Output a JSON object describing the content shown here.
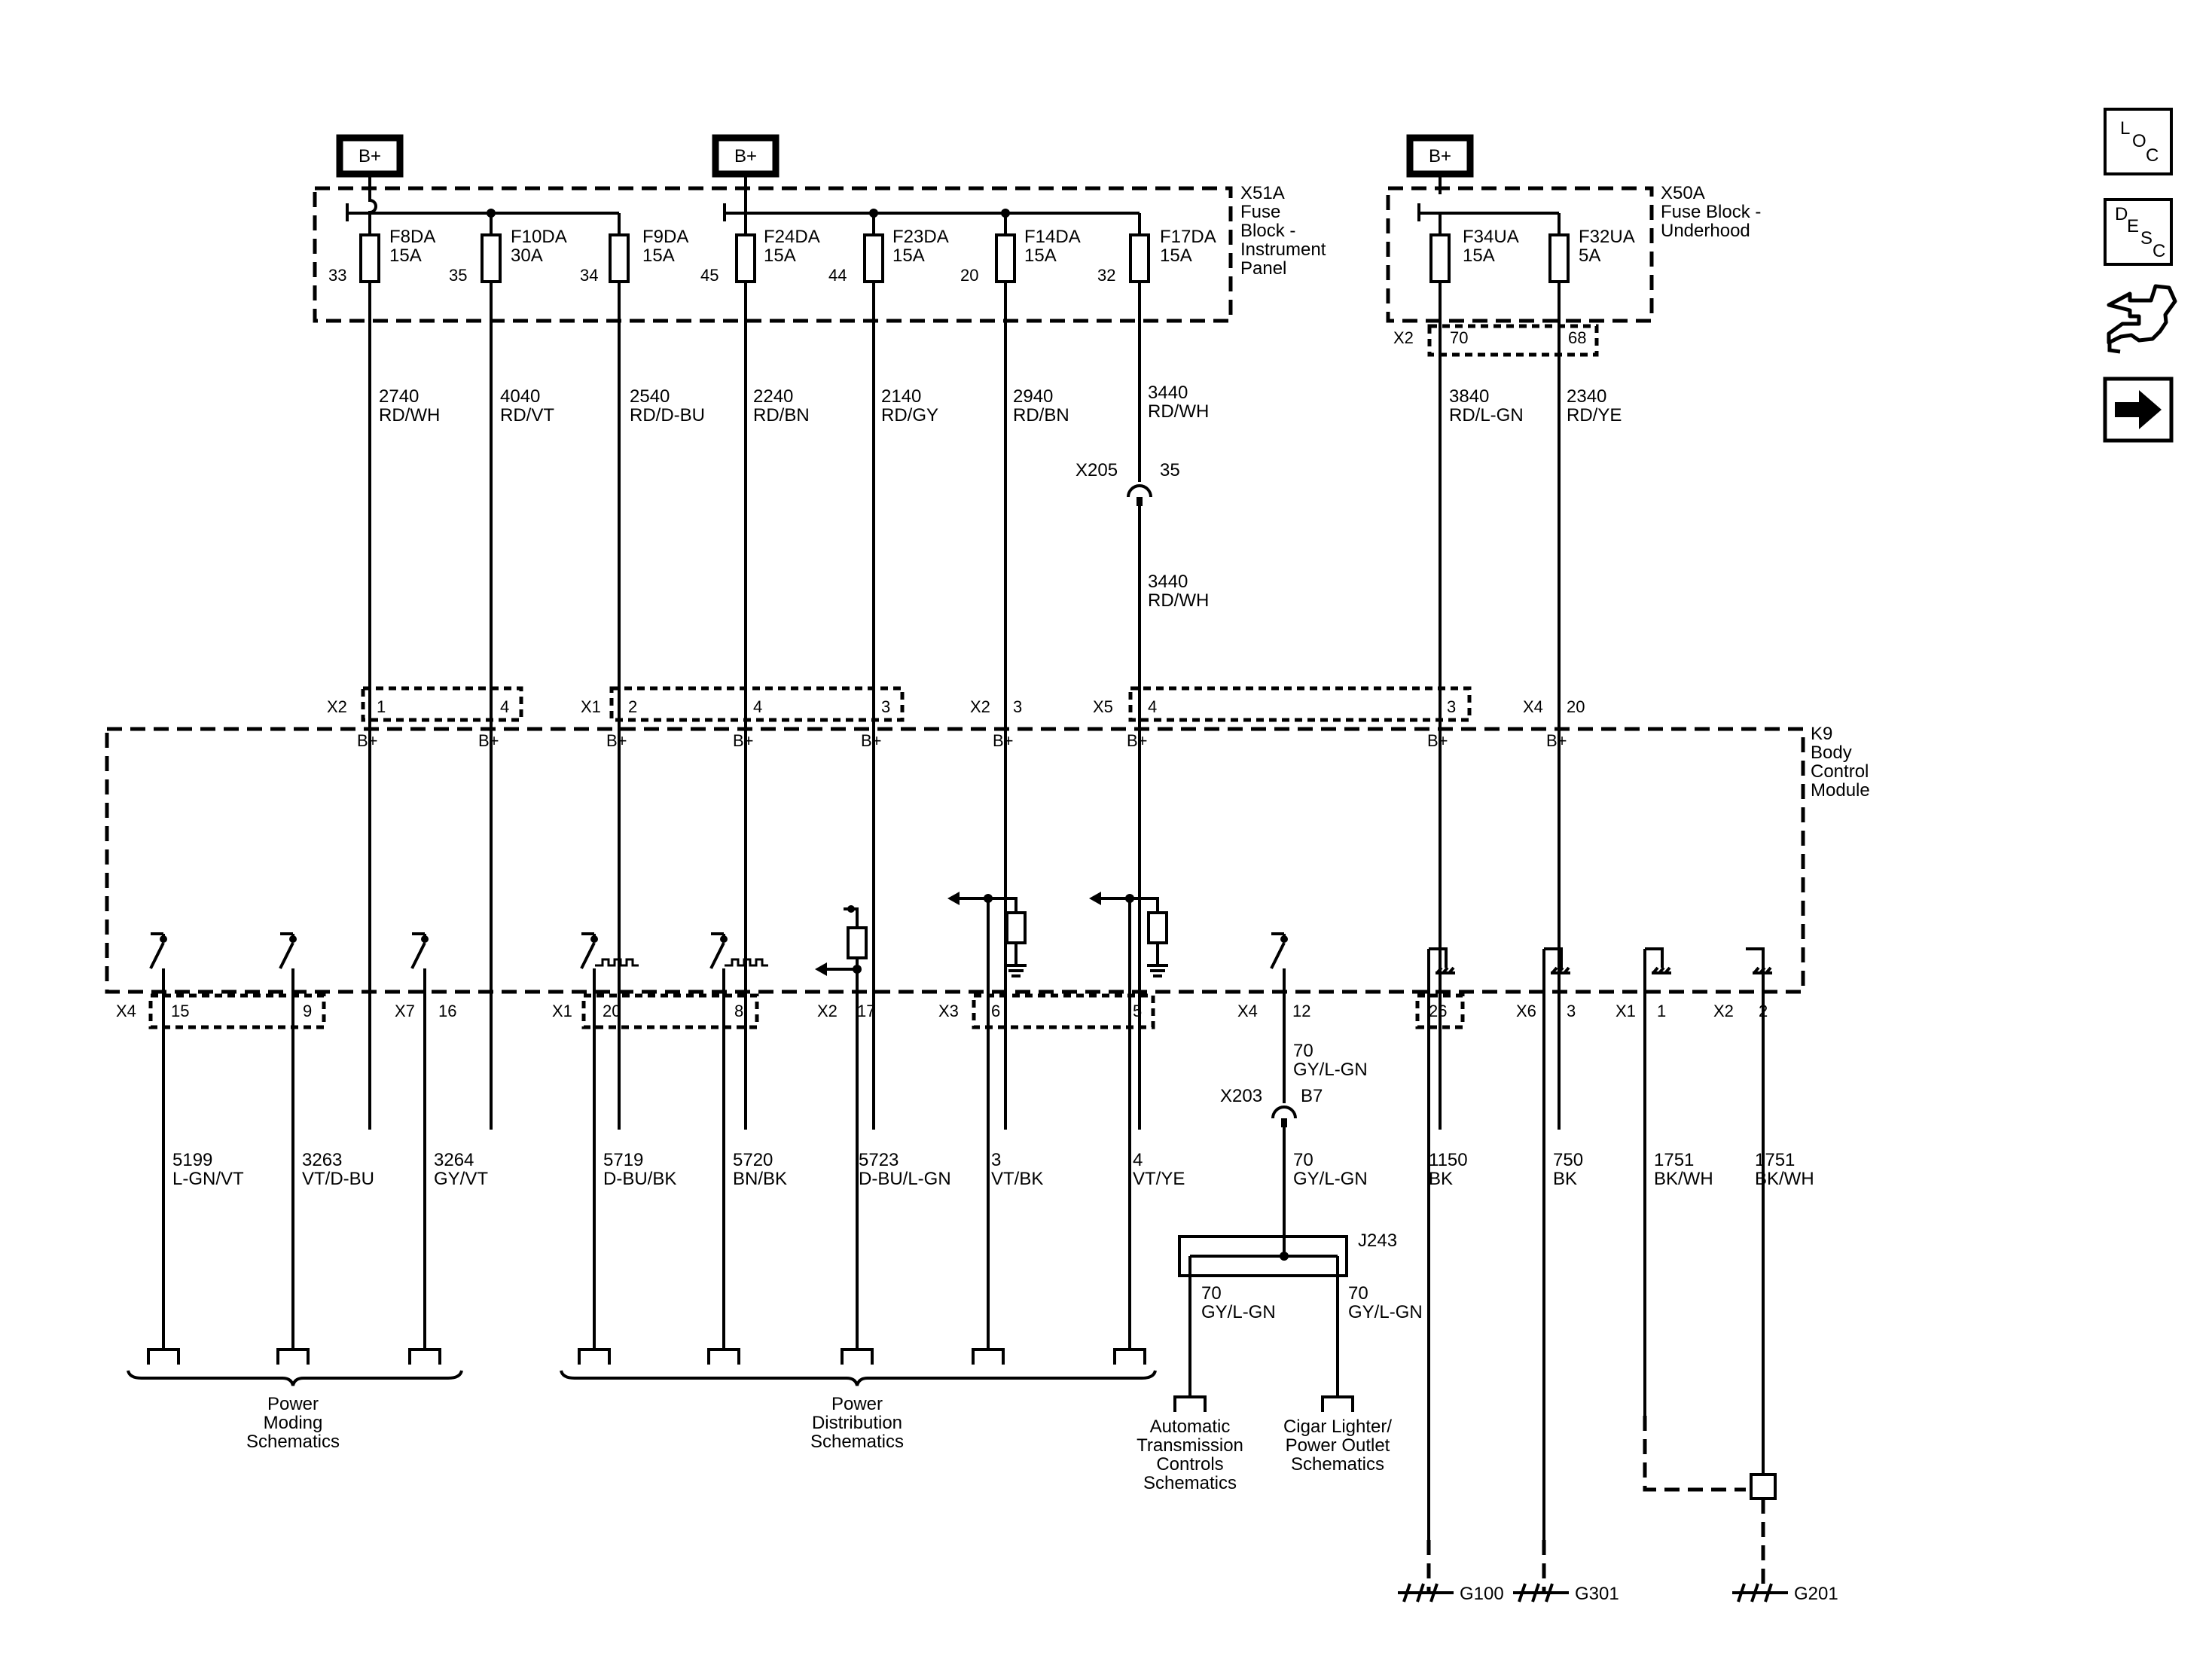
{
  "battery_label": "B+",
  "modules": {
    "x51a": [
      "X51A",
      "Fuse",
      "Block -",
      "Instrument",
      "Panel"
    ],
    "x50a": [
      "X50A",
      "Fuse Block -",
      "Underhood"
    ],
    "k9": [
      "K9",
      "Body",
      "Control",
      "Module"
    ]
  },
  "fuses": [
    {
      "name": "F8DA",
      "rating": "15A",
      "pin": "33"
    },
    {
      "name": "F10DA",
      "rating": "30A",
      "pin": "35"
    },
    {
      "name": "F9DA",
      "rating": "15A",
      "pin": "34"
    },
    {
      "name": "F24DA",
      "rating": "15A",
      "pin": "45"
    },
    {
      "name": "F23DA",
      "rating": "15A",
      "pin": "44"
    },
    {
      "name": "F14DA",
      "rating": "15A",
      "pin": "20"
    },
    {
      "name": "F17DA",
      "rating": "15A",
      "pin": "32"
    },
    {
      "name": "F34UA",
      "rating": "15A",
      "pin": ""
    },
    {
      "name": "F32UA",
      "rating": "5A",
      "pin": ""
    }
  ],
  "x2_underhood": {
    "conn": "X2",
    "pins": [
      "70",
      "68"
    ]
  },
  "upper_wires": [
    {
      "circuit": "2740",
      "color": "RD/WH"
    },
    {
      "circuit": "4040",
      "color": "RD/VT"
    },
    {
      "circuit": "2540",
      "color": "RD/D-BU"
    },
    {
      "circuit": "2240",
      "color": "RD/BN"
    },
    {
      "circuit": "2140",
      "color": "RD/GY"
    },
    {
      "circuit": "2940",
      "color": "RD/BN"
    },
    {
      "circuit": "3440",
      "color": "RD/WH"
    },
    {
      "circuit": "3840",
      "color": "RD/L-GN"
    },
    {
      "circuit": "2340",
      "color": "RD/YE"
    }
  ],
  "x205": {
    "name": "X205",
    "pin": "35",
    "circuit": "3440",
    "color": "RD/WH"
  },
  "bcm_inputs": {
    "connectors": [
      "X2",
      "X1",
      "X2",
      "X5",
      "X4"
    ],
    "pins": [
      "1",
      "4",
      "2",
      "4",
      "3",
      "3",
      "4",
      "3",
      "20"
    ],
    "terminal": "B+"
  },
  "bcm_outputs": {
    "connectors": [
      "X4",
      "X7",
      "X1",
      "X2",
      "X3",
      "X4",
      "X6",
      "X1",
      "X2"
    ],
    "pins": [
      "15",
      "9",
      "16",
      "20",
      "8",
      "17",
      "6",
      "5",
      "12",
      "26",
      "3",
      "1",
      "2"
    ]
  },
  "lower_wires": [
    {
      "circuit": "5199",
      "color": "L-GN/VT"
    },
    {
      "circuit": "3263",
      "color": "VT/D-BU"
    },
    {
      "circuit": "3264",
      "color": "GY/VT"
    },
    {
      "circuit": "5719",
      "color": "D-BU/BK"
    },
    {
      "circuit": "5720",
      "color": "BN/BK"
    },
    {
      "circuit": "5723",
      "color": "D-BU/L-GN"
    },
    {
      "circuit": "3",
      "color": "VT/BK"
    },
    {
      "circuit": "4",
      "color": "VT/YE"
    },
    {
      "circuit": "1150",
      "color": "BK"
    },
    {
      "circuit": "750",
      "color": "BK"
    },
    {
      "circuit": "1751",
      "color": "BK/WH"
    },
    {
      "circuit": "1751",
      "color": "BK/WH"
    }
  ],
  "pin12_wire": {
    "circuit": "70",
    "color": "GY/L-GN"
  },
  "x203": {
    "name": "X203",
    "pin": "B7",
    "circuit": "70",
    "color": "GY/L-GN"
  },
  "j243": {
    "name": "J243",
    "left": {
      "circuit": "70",
      "color": "GY/L-GN"
    },
    "right": {
      "circuit": "70",
      "color": "GY/L-GN"
    }
  },
  "destinations": {
    "power_moding": [
      "Power",
      "Moding",
      "Schematics"
    ],
    "power_distribution": [
      "Power",
      "Distribution",
      "Schematics"
    ],
    "automatic_transmission": [
      "Automatic",
      "Transmission",
      "Controls",
      "Schematics"
    ],
    "cigar_lighter": [
      "Cigar Lighter/",
      "Power Outlet",
      "Schematics"
    ]
  },
  "grounds": [
    "G100",
    "G301",
    "G201"
  ],
  "nav_icons": [
    {
      "name": "loc-icon",
      "letters": [
        "L",
        "O",
        "C"
      ]
    },
    {
      "name": "desc-icon",
      "letters": [
        "D",
        "E",
        "S",
        "C"
      ]
    },
    {
      "name": "connector-repair-icon"
    },
    {
      "name": "next-page-arrow-icon"
    }
  ]
}
